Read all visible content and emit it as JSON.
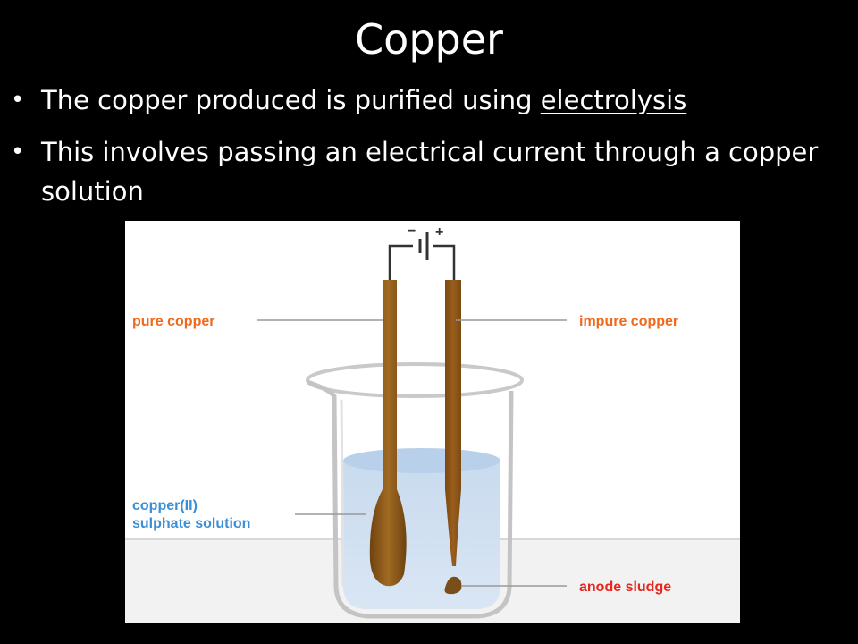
{
  "slide": {
    "title": "Copper",
    "bullets": [
      {
        "before": "The copper produced is purified using ",
        "underlined": "electrolysis",
        "after": ""
      },
      {
        "before": "This involves passing an electrical current through a copper solution",
        "underlined": "",
        "after": ""
      }
    ]
  },
  "diagram": {
    "labels": {
      "pure_copper": "pure copper",
      "impure_copper": "impure copper",
      "solution_line1": "copper(II)",
      "solution_line2": "sulphate solution",
      "anode_sludge": "anode sludge",
      "minus": "−",
      "plus": "+"
    },
    "colors": {
      "label_orange": "#F06A1E",
      "label_red": "#E8261D",
      "label_blue": "#3A8FD6",
      "electrode": "#8A5A1C",
      "solution": "#CFE0F2"
    }
  }
}
